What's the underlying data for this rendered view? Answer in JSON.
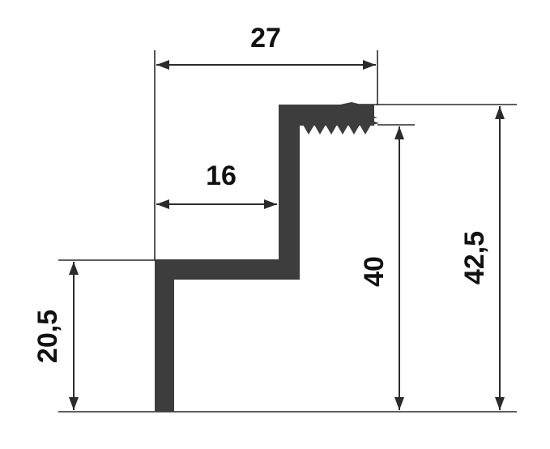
{
  "colors": {
    "profile": "#3d3d3d",
    "lines": "#2b2b2b",
    "text": "#111111",
    "background": "#ffffff"
  },
  "dimensions": {
    "overall_width": "27",
    "inner_width": "16",
    "lower_height": "20,5",
    "step_height": "40",
    "overall_height": "42,5"
  }
}
